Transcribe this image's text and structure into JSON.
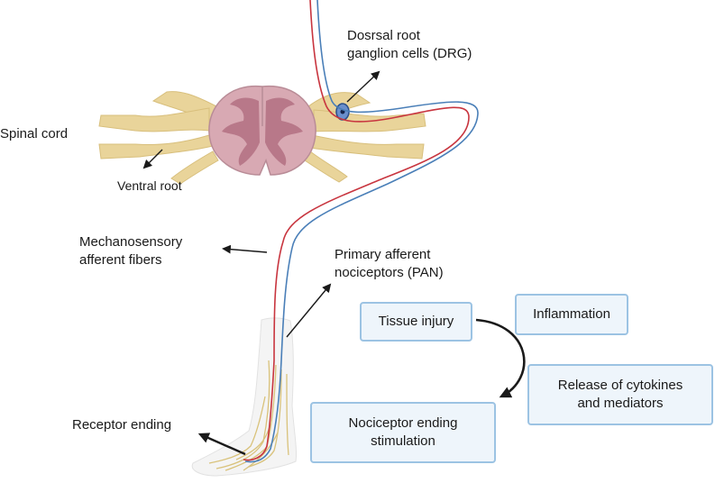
{
  "labels": {
    "spinal_cord": "Spinal cord",
    "ventral_root": "Ventral root",
    "drg_line1": "Dosrsal root",
    "drg_line2": "ganglion cells (DRG)",
    "mech_line1": "Mechanosensory",
    "mech_line2": "afferent fibers",
    "pan_line1": "Primary afferent",
    "pan_line2": "nociceptors (PAN)",
    "receptor_ending": "Receptor ending"
  },
  "boxes": {
    "tissue_injury": "Tissue injury",
    "inflammation": "Inflammation",
    "cytokines_line1": "Release of cytokines",
    "cytokines_line2": "and mediators",
    "stimulation_line1": "Nociceptor ending",
    "stimulation_line2": "stimulation"
  },
  "colors": {
    "root_fill": "#e9d49a",
    "cord_fill": "#d8a9b3",
    "gray_matter": "#b87889",
    "fiber_red": "#c8353f",
    "fiber_blue": "#4a7fb8",
    "box_fill": "#eef5fb",
    "box_border": "#9cc3e3"
  }
}
